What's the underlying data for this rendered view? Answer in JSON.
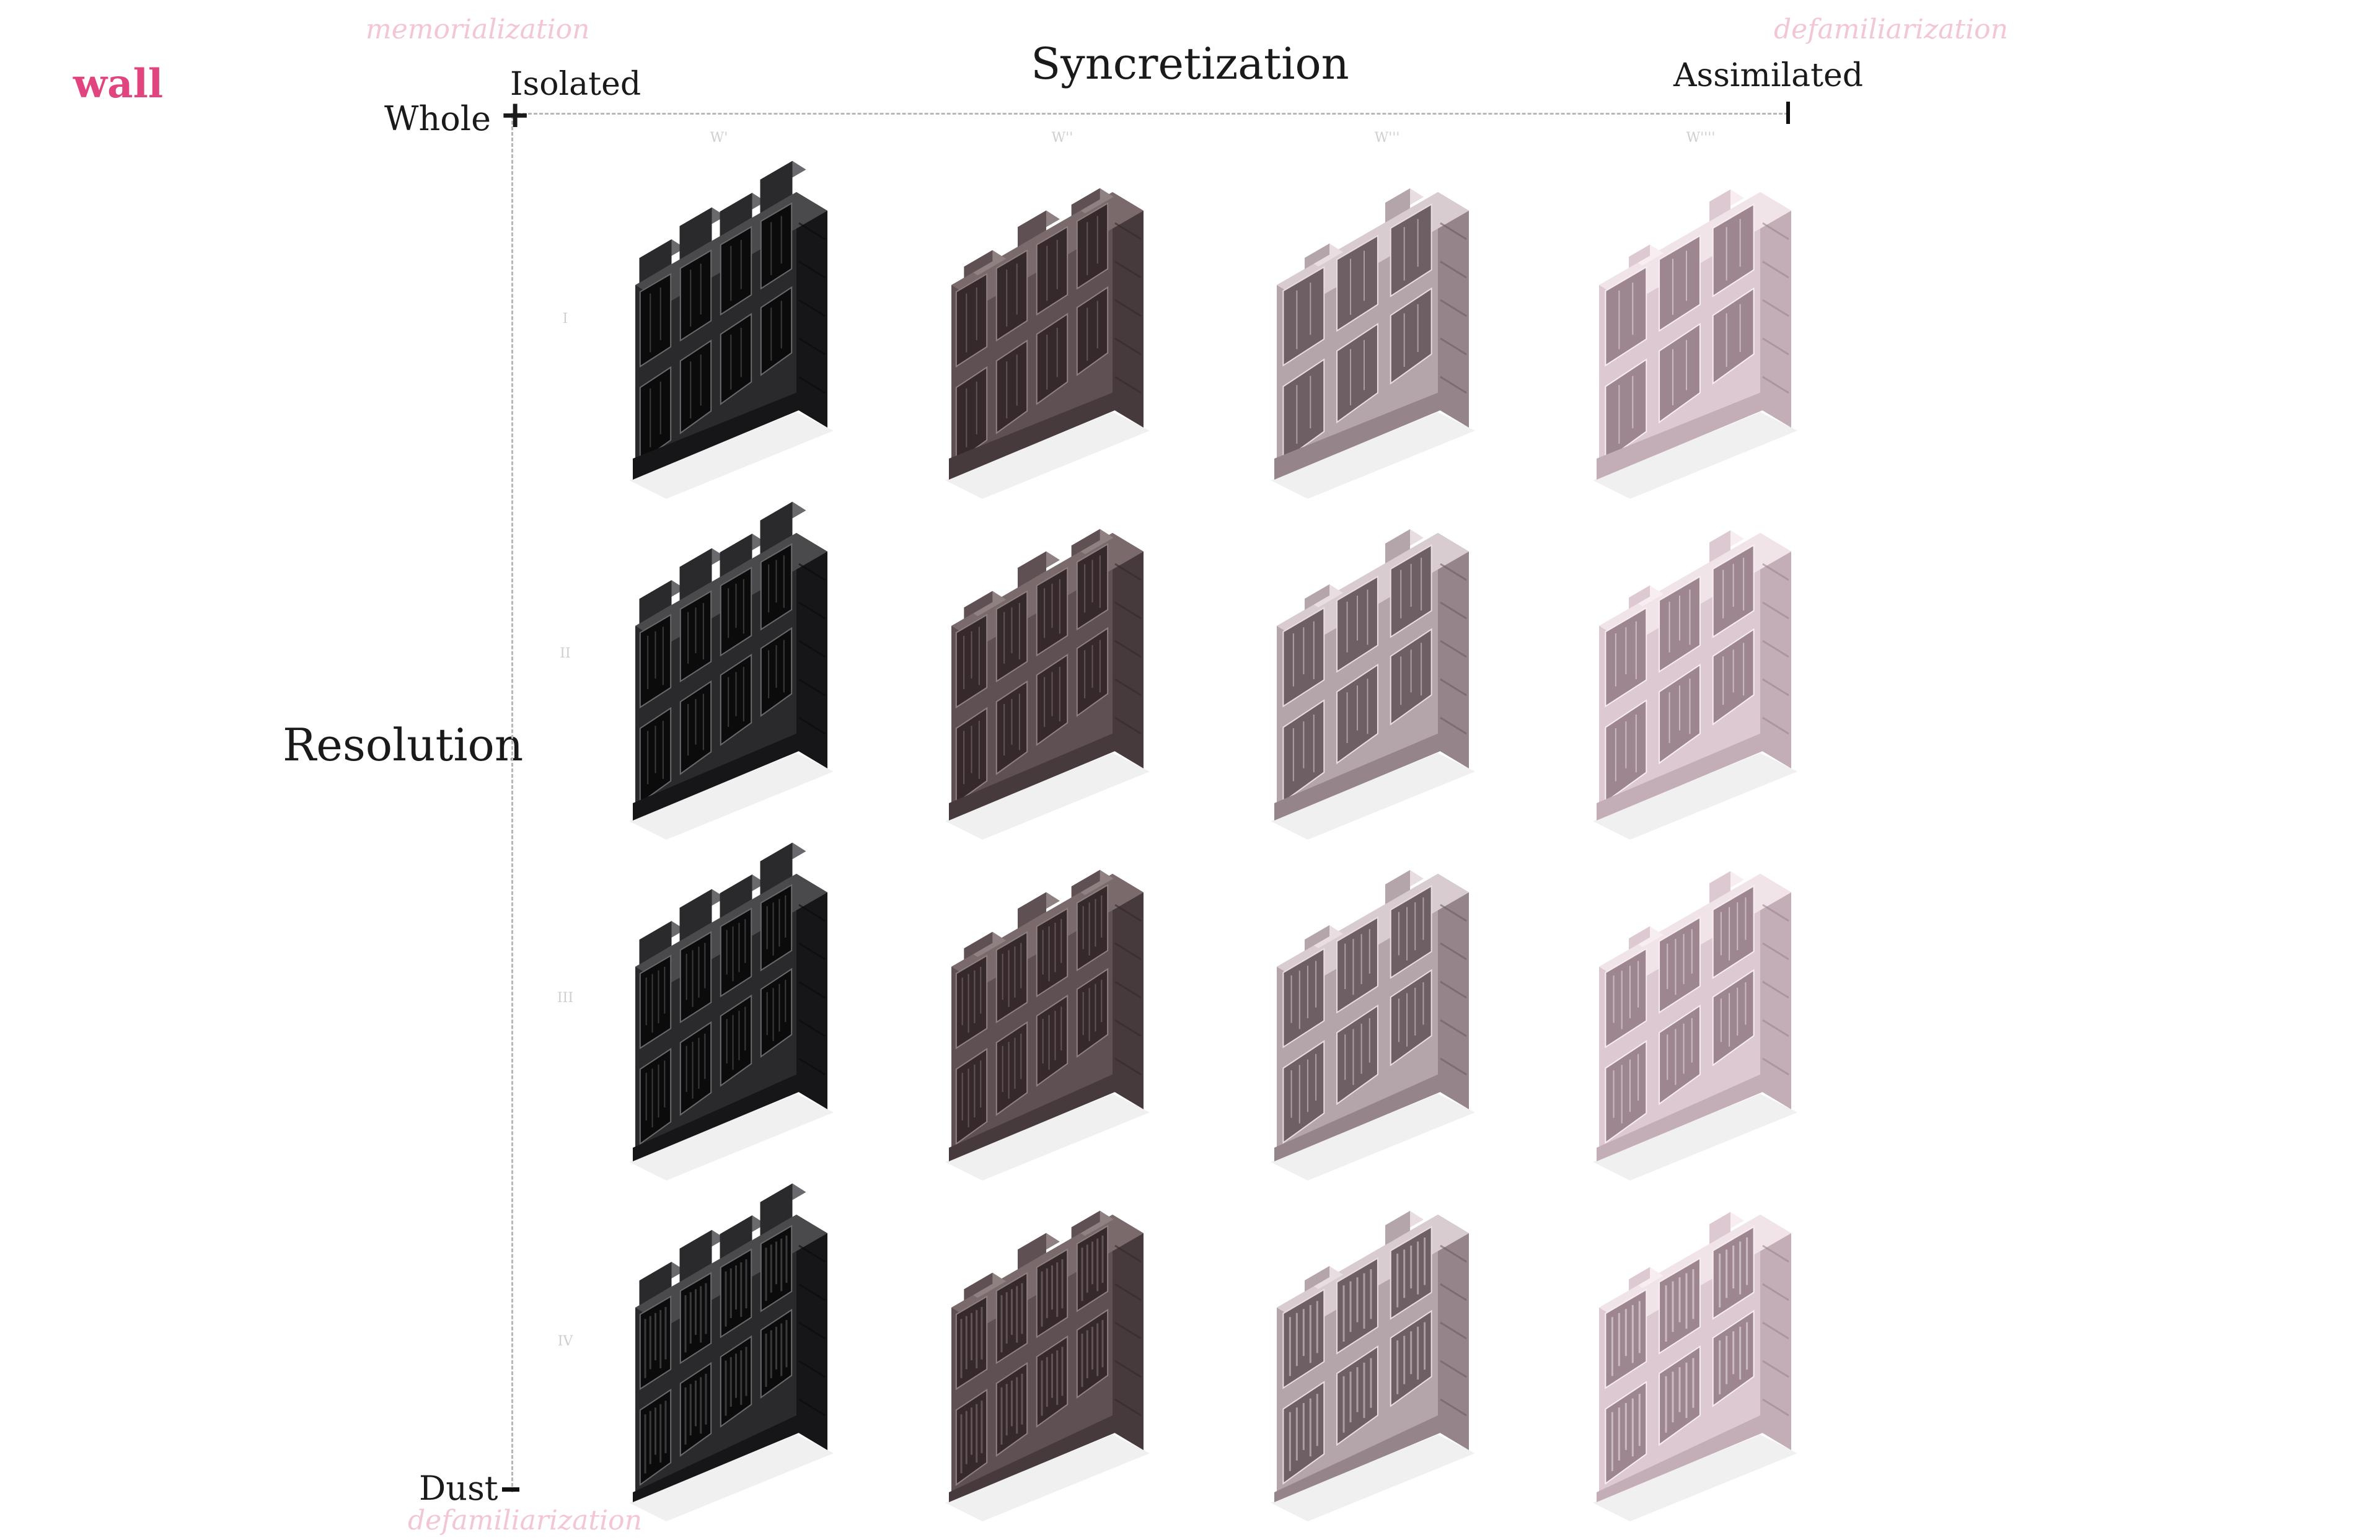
{
  "tag": "wall",
  "corner_terms": {
    "top_left": "memorialization",
    "top_right": "defamiliarization",
    "bottom_left": "defamiliarization"
  },
  "x_axis": {
    "title": "Syncretization",
    "start_label": "Isolated",
    "end_label": "Assimilated",
    "columns": [
      "W'",
      "W''",
      "W'''",
      "W''''"
    ]
  },
  "y_axis": {
    "title": "Resolution",
    "start_label": "Whole",
    "end_label": "Dust",
    "rows": [
      "I",
      "II",
      "III",
      "IV"
    ]
  },
  "colors": {
    "accent": "#e0457f",
    "accent_light": "#f3c6d7",
    "axis": "#b8b8b8",
    "column_tones": [
      {
        "top": "#4a4a4d",
        "front": "#2a2a2c",
        "side": "#161618",
        "detail": "#0b0b0c",
        "hi": "#6a6a6e"
      },
      {
        "top": "#7a6a6c",
        "front": "#5f5153",
        "side": "#463a3c",
        "detail": "#35292b",
        "hi": "#8f8082"
      },
      {
        "top": "#d9ccd0",
        "front": "#b3a5aa",
        "side": "#958489",
        "detail": "#6e5f64",
        "hi": "#e8dde0"
      },
      {
        "top": "#f1e4e9",
        "front": "#ddc9d1",
        "side": "#c3adb6",
        "detail": "#9d8690",
        "hi": "#f8eef2"
      }
    ]
  }
}
